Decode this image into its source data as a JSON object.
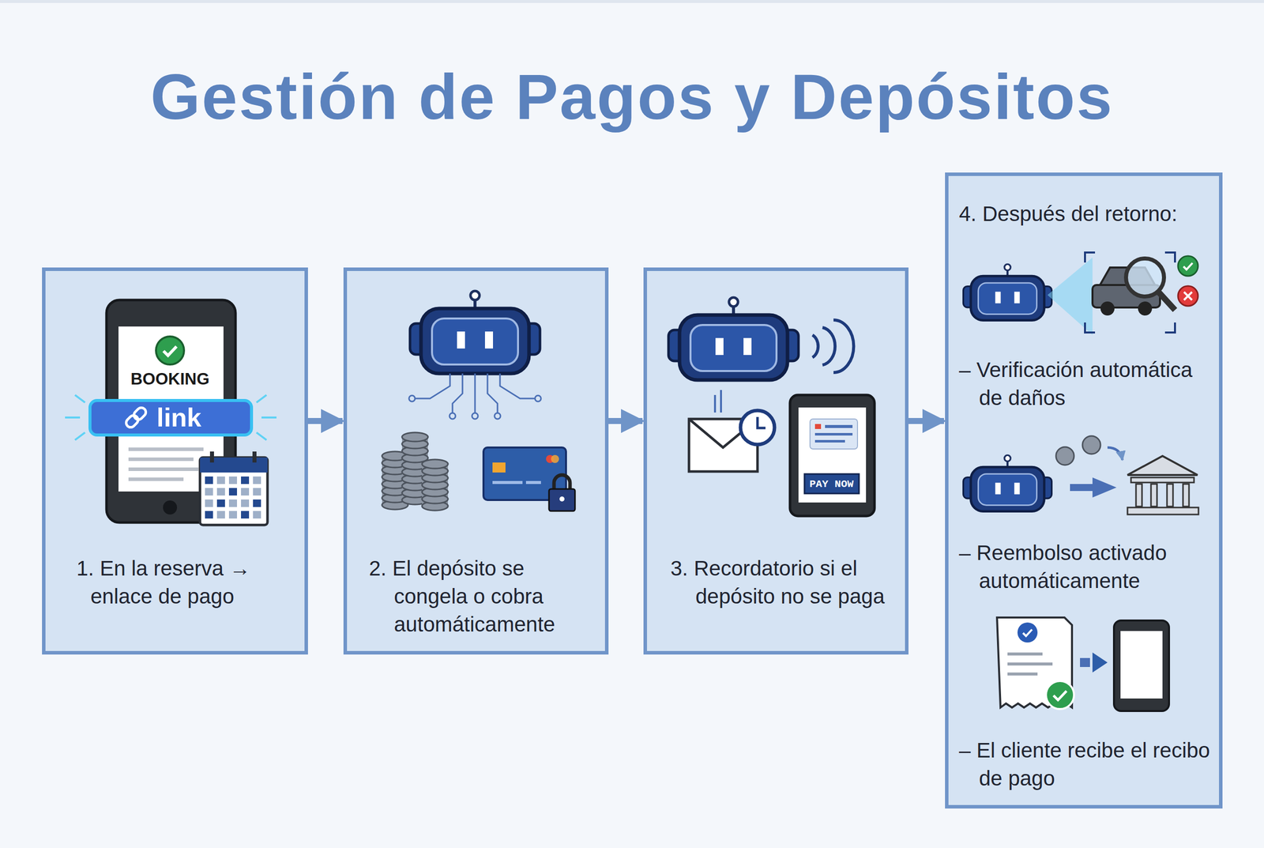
{
  "diagram": {
    "title": "Gestión de Pagos y Depósitos",
    "nodes": [
      {
        "text": [
          "1. En la reserva → enlace de pago"
        ]
      },
      {
        "text": [
          "2. El depósito se congela o cobra automáticamente"
        ]
      },
      {
        "text": [
          "3. Recordatorio si el depósito no se paga"
        ]
      },
      {
        "text": [
          "4. Después del retorno:",
          "– Verificación automática de daños",
          "– Reembolso activado automáticamente",
          "– El cliente recibe el recibo de pago"
        ]
      }
    ],
    "edges": [
      {
        "from": 0,
        "to": 1,
        "arrow": "to"
      },
      {
        "from": 1,
        "to": 2,
        "arrow": "to"
      },
      {
        "from": 2,
        "to": 3,
        "arrow": "to"
      }
    ],
    "labels": [
      "BOOKING",
      "link",
      "PAY NOW"
    ]
  }
}
